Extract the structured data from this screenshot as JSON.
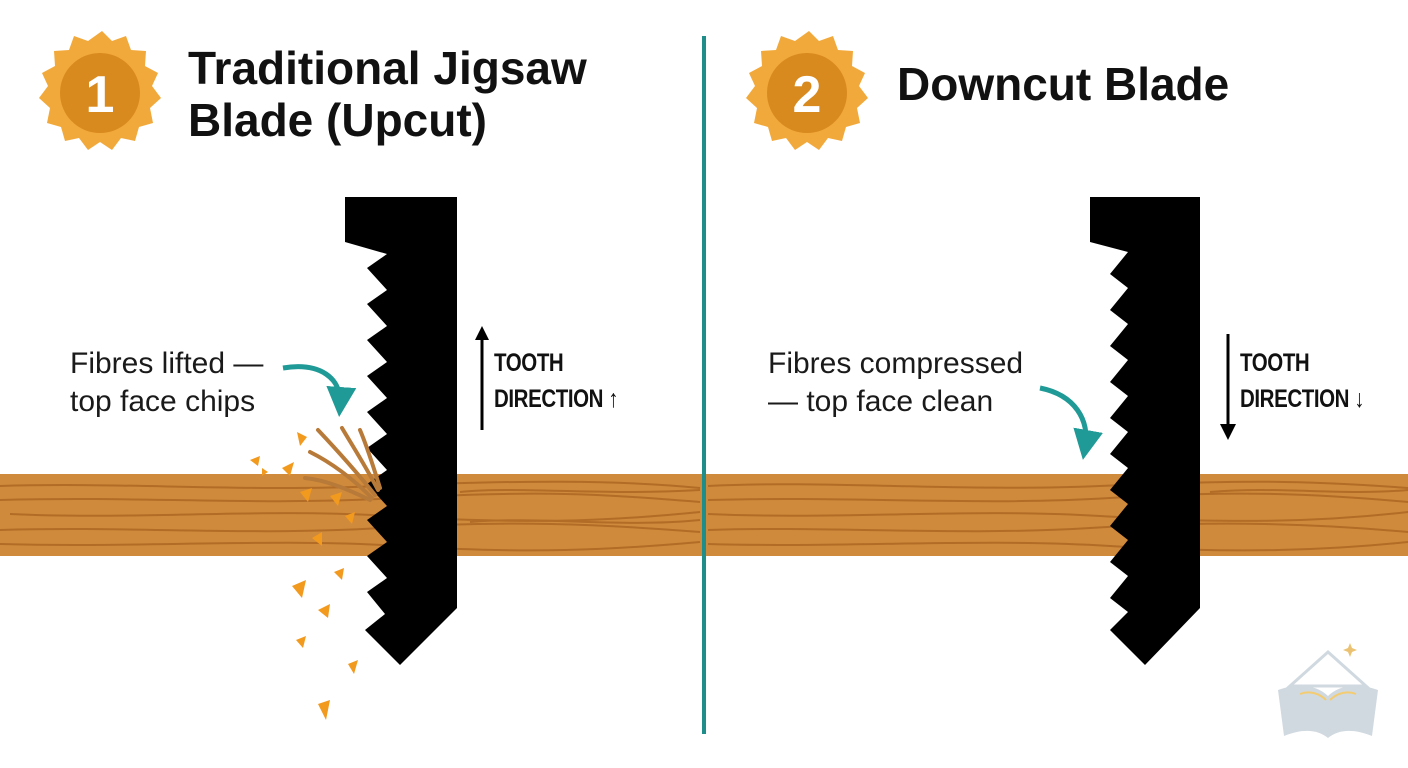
{
  "panels": [
    {
      "number": "1",
      "title_line1": "Traditional Jigsaw",
      "title_line2": "Blade (Upcut)",
      "annotation_line1": "Fibres lifted —",
      "annotation_line2": "top face chips",
      "direction_line1": "TOOTH",
      "direction_line2": "DIRECTION ↑",
      "tooth_direction": "up"
    },
    {
      "number": "2",
      "title_line1": "Downcut Blade",
      "annotation_line1": "Fibres compressed",
      "annotation_line2": "— top face clean",
      "direction_line1": "TOOTH",
      "direction_line2": "DIRECTION ↓",
      "tooth_direction": "down"
    }
  ],
  "colors": {
    "badge": "#F2A93B",
    "badge_inner": "#D88A1E",
    "wood": "#D08A3C",
    "wood_grain": "#A8621F",
    "divider": "#1F8E8A",
    "arrow": "#1F9A96",
    "chips": "#F29A1E",
    "blade": "#000000"
  },
  "icons": {
    "logo": "house-book-logo-icon"
  }
}
